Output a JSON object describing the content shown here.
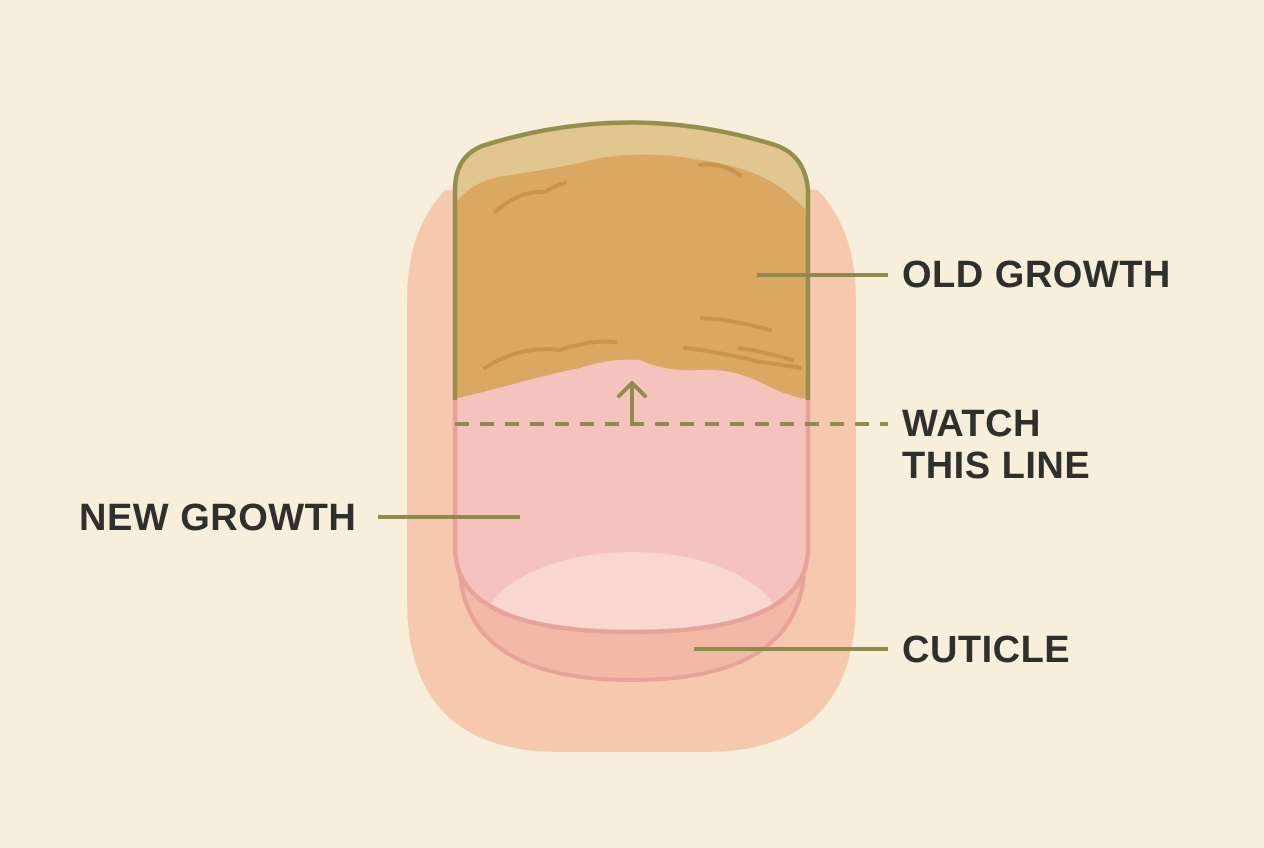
{
  "labels": {
    "old_growth": "OLD GROWTH",
    "watch_line_1": "WATCH",
    "watch_line_2": "THIS LINE",
    "new_growth": "NEW GROWTH",
    "cuticle": "CUTICLE"
  },
  "colors": {
    "background": "#f7efdc",
    "finger": "#f6c9ae",
    "nail_new": "#f4c3bd",
    "nail_old": "#daa862",
    "nail_tip": "#e1c68f",
    "outline": "#948f4d",
    "cuticle": "#e6a39a",
    "lunula": "#f8d7d0",
    "text": "#2f2f2c"
  },
  "icons": {
    "arrow": "arrow-up-icon"
  }
}
